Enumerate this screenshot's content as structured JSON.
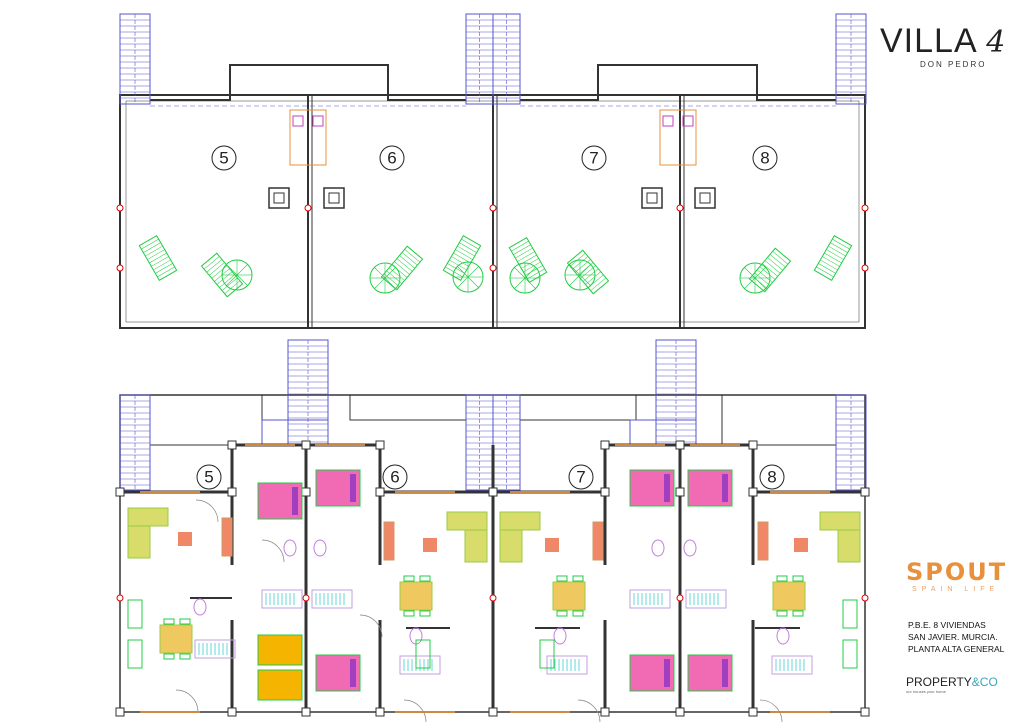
{
  "units": [
    "5",
    "6",
    "7",
    "8"
  ],
  "logo": {
    "name": "VILLA",
    "number": "4",
    "subtitle": "DON PEDRO"
  },
  "spout": {
    "brand": "SPOUT",
    "tagline": "SPAIN LIFE"
  },
  "description": [
    "P.B.E. 8 VIVIENDAS",
    "SAN JAVIER. MURCIA.",
    "PLANTA ALTA GENERAL"
  ],
  "property": {
    "brand": "PROPERTY",
    "brand_suffix": "&CO",
    "tagline": "our houses your home"
  },
  "colors": {
    "wall": "#333333",
    "stair": "#5555cc",
    "bed": "#f06ab4",
    "bed_single": "#f5b400",
    "sofa": "#d8dc6a",
    "table": "#f0c860",
    "plant": "#22cc44",
    "accent_orange": "#e8903c",
    "door": "#cc8844"
  }
}
